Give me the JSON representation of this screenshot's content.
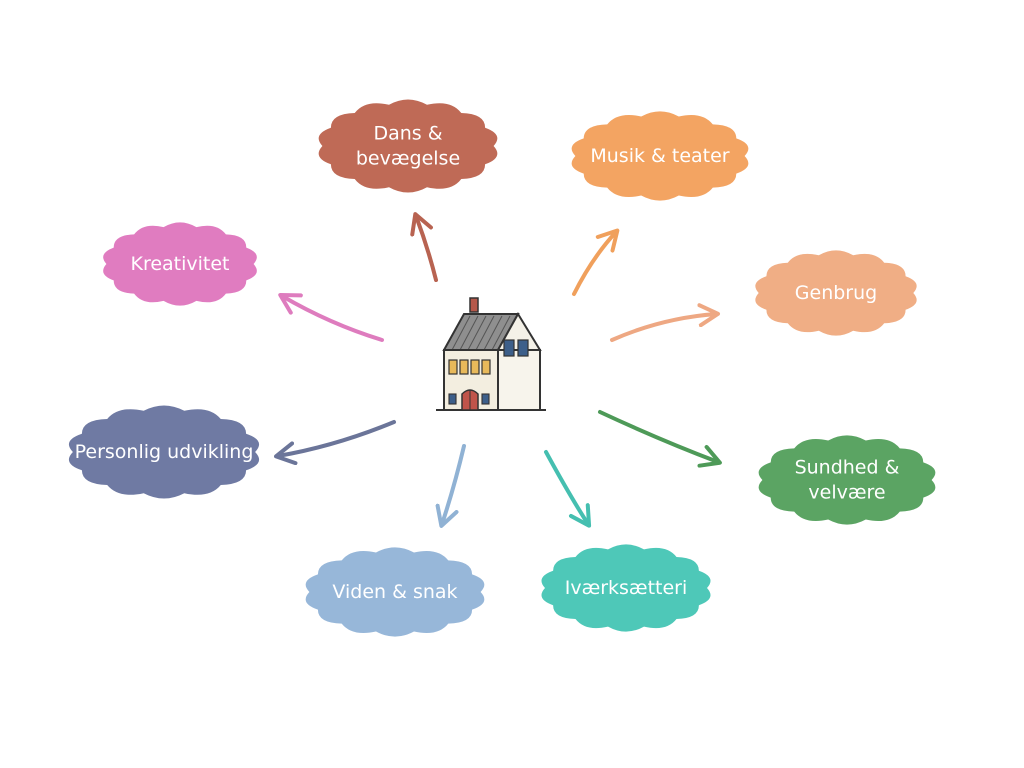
{
  "diagram": {
    "center": {
      "icon": "house-icon"
    },
    "nodes": [
      {
        "id": "dans",
        "lines": [
          "Dans &",
          "bevægelse"
        ],
        "color": "#bf6a56",
        "arrow_color": "#b86351"
      },
      {
        "id": "musik",
        "lines": [
          "Musik & teater"
        ],
        "color": "#f3a462",
        "arrow_color": "#f0a05c"
      },
      {
        "id": "genbrug",
        "lines": [
          "Genbrug"
        ],
        "color": "#f0ae85",
        "arrow_color": "#eea883"
      },
      {
        "id": "sundhed",
        "lines": [
          "Sundhed &",
          "velvære"
        ],
        "color": "#5ba463",
        "arrow_color": "#4e9a58"
      },
      {
        "id": "ivaerksaetteri",
        "lines": [
          "Iværksætteri"
        ],
        "color": "#4ec8b8",
        "arrow_color": "#45bfb0"
      },
      {
        "id": "viden",
        "lines": [
          "Viden & snak"
        ],
        "color": "#97b7d9",
        "arrow_color": "#90b2d4"
      },
      {
        "id": "personlig",
        "lines": [
          "Personlig udvikling"
        ],
        "color": "#6f7aa3",
        "arrow_color": "#6b7599"
      },
      {
        "id": "kreativitet",
        "lines": [
          "Kreativitet"
        ],
        "color": "#e07cc0",
        "arrow_color": "#de7cbe"
      }
    ]
  }
}
